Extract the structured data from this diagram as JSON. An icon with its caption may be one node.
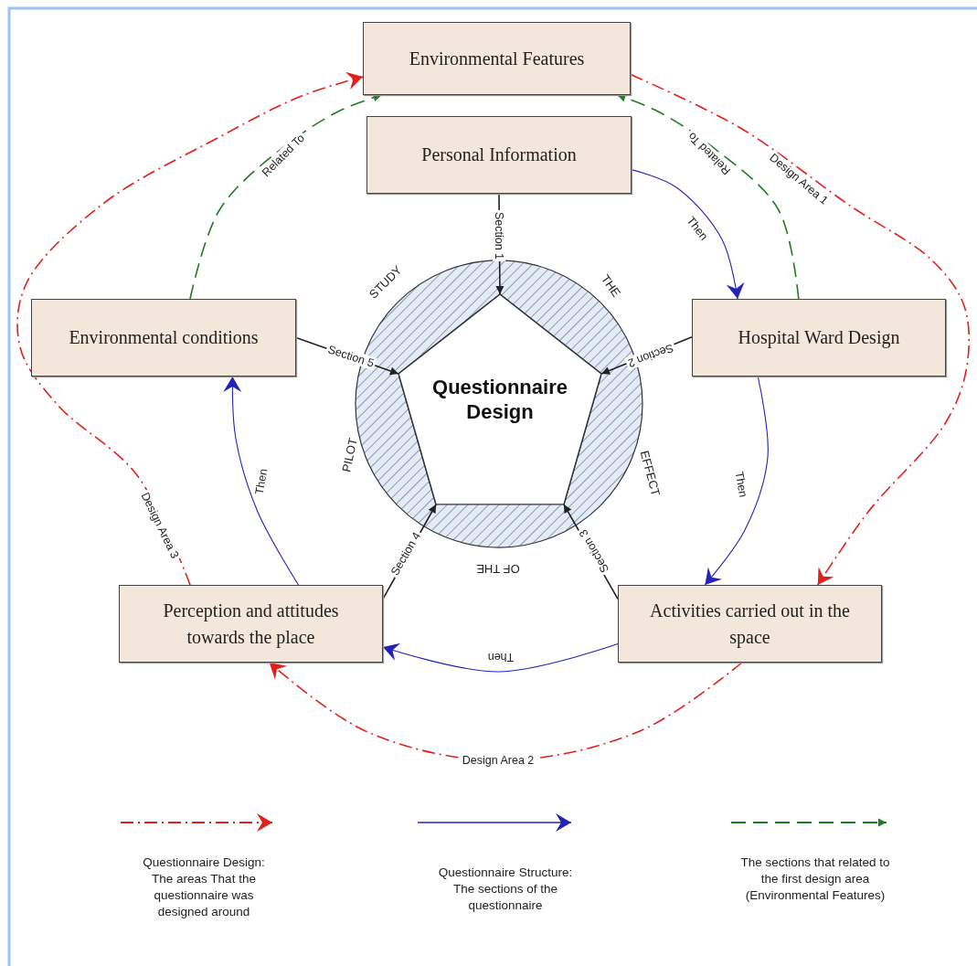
{
  "diagram": {
    "nodes": [
      {
        "text": [
          "Environmental Features"
        ]
      },
      {
        "text": [
          "Personal Information"
        ]
      },
      {
        "text": [
          "Hospital Ward Design"
        ]
      },
      {
        "text": [
          "Activities carried out in the space"
        ]
      },
      {
        "text": [
          "Perception and attitudes towards the place"
        ]
      },
      {
        "text": [
          "Environmental conditions"
        ]
      },
      {
        "text": [
          "Questionnaire Design"
        ]
      }
    ],
    "edges": [
      {
        "from": 1,
        "to": 6,
        "arrow": "to",
        "label": "Section 1"
      },
      {
        "from": 2,
        "to": 6,
        "arrow": "to",
        "label": "Section 2"
      },
      {
        "from": 3,
        "to": 6,
        "arrow": "to",
        "label": "Section 3"
      },
      {
        "from": 4,
        "to": 6,
        "arrow": "to",
        "label": "Section 4"
      },
      {
        "from": 5,
        "to": 6,
        "arrow": "to",
        "label": "Section 5"
      },
      {
        "from": 1,
        "to": 2,
        "arrow": "to",
        "label": "Then",
        "color": "#2323b8"
      },
      {
        "from": 2,
        "to": 3,
        "arrow": "to",
        "label": "Then",
        "color": "#2323b8"
      },
      {
        "from": 3,
        "to": 4,
        "arrow": "to",
        "label": "Then",
        "color": "#2323b8"
      },
      {
        "from": 4,
        "to": 5,
        "arrow": "to",
        "label": "Then",
        "color": "#2323b8"
      },
      {
        "from": 0,
        "to": 3,
        "arrow": "to",
        "label": "Design Area 1",
        "style": "dashed",
        "color": "#e0201b"
      },
      {
        "from": 3,
        "to": 4,
        "arrow": "to",
        "label": "Design Area 2",
        "style": "dashed",
        "color": "#e0201b"
      },
      {
        "from": 4,
        "to": 0,
        "arrow": "to",
        "label": "Design Area 3",
        "style": "dashed",
        "color": "#e0201b"
      },
      {
        "from": 5,
        "to": 0,
        "arrow": "to",
        "label": "Related To",
        "style": "dashed",
        "color": "#1e7d1e"
      },
      {
        "from": 2,
        "to": 0,
        "arrow": "to",
        "label": "Related To",
        "style": "dashed",
        "color": "#1e7d1e"
      }
    ],
    "labels": [
      "STUDY",
      "THE",
      "PILOT",
      "EFFECT",
      "OF THE"
    ],
    "legend": [
      {
        "text": "Questionnaire Design: The areas That the questionnaire was designed around"
      },
      {
        "text": "Questionnaire Structure: The sections of the questionnaire"
      },
      {
        "text": "The sections that related to the first design area (Environmental Features)"
      }
    ]
  }
}
